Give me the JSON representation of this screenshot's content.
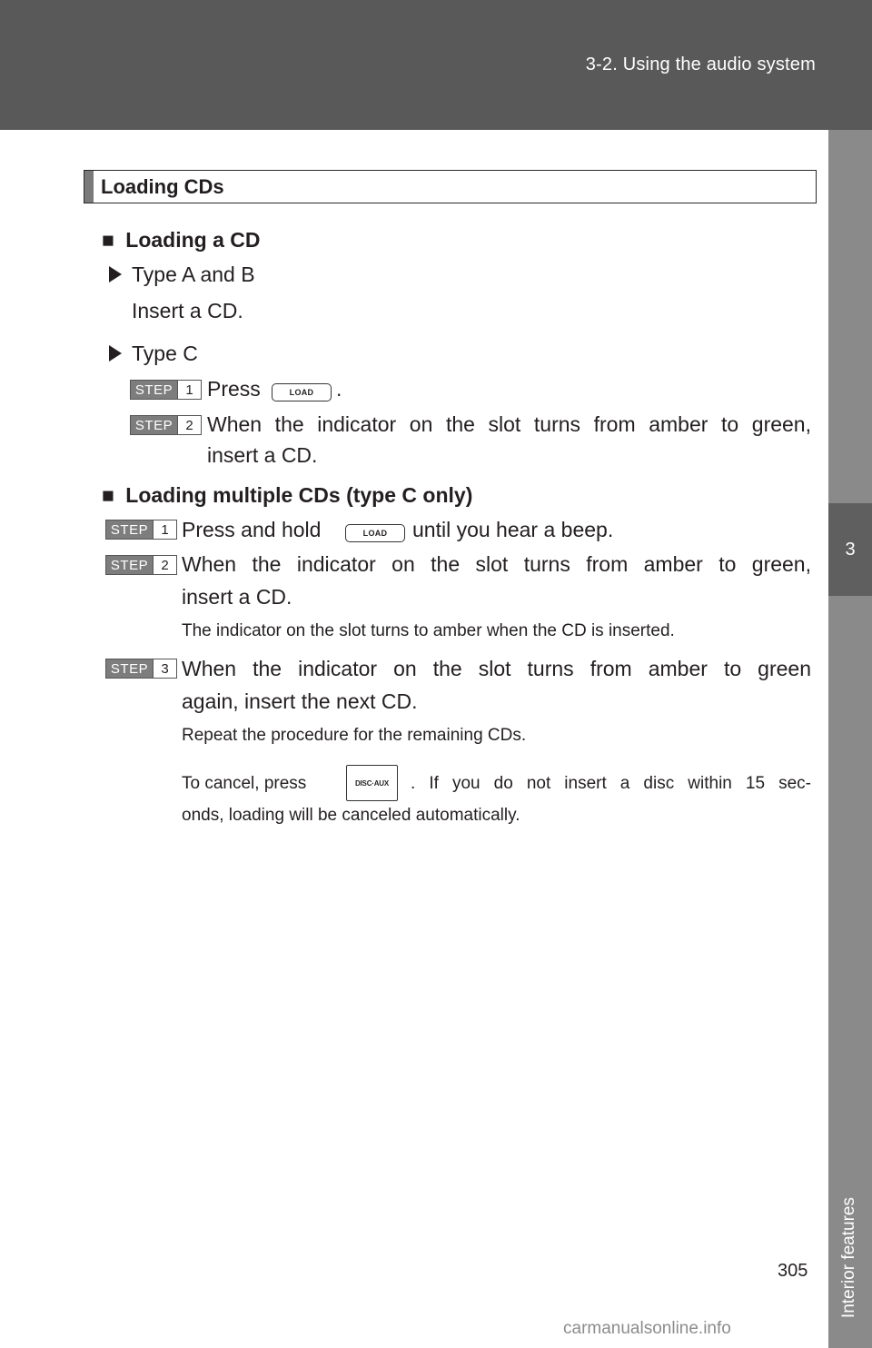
{
  "header": {
    "title": "3-2. Using the audio system"
  },
  "side_tab": {
    "chapter_number": "3",
    "label": "Interior features"
  },
  "section": {
    "title": "Loading CDs"
  },
  "loading_single": {
    "heading": "Loading a CD",
    "type_ab": {
      "label": "Type A and B",
      "instruction": "Insert a CD."
    },
    "type_c": {
      "label": "Type C",
      "step1": {
        "step_word": "STEP",
        "step_number": "1",
        "pre": "Press",
        "key": "LOAD",
        "post": "."
      },
      "step2": {
        "step_word": "STEP",
        "step_number": "2",
        "line1": "When the indicator on the slot turns from amber to green,",
        "line2": "insert a CD."
      }
    }
  },
  "loading_multiple": {
    "heading": "Loading multiple CDs (type C only)",
    "step1": {
      "step_word": "STEP",
      "step_number": "1",
      "pre": "Press and hold",
      "key": "LOAD",
      "post": "until you hear a beep."
    },
    "step2": {
      "step_word": "STEP",
      "step_number": "2",
      "line1": "When the indicator on the slot turns from amber to green,",
      "line2": "insert a CD.",
      "note": "The indicator on the slot turns to amber when the CD is inserted."
    },
    "step3": {
      "step_word": "STEP",
      "step_number": "3",
      "line1": "When the indicator on the slot turns from amber to green",
      "line2": "again, insert the next CD.",
      "note1": "Repeat the procedure for the remaining CDs.",
      "note2_pre": "To cancel, press",
      "note2_key": "DISC·AUX",
      "note2_post": ". If you do not insert a disc within 15 sec-",
      "note2_line2": "onds, loading will be canceled automatically."
    }
  },
  "page_number": "305",
  "watermark": "carmanualsonline.info"
}
